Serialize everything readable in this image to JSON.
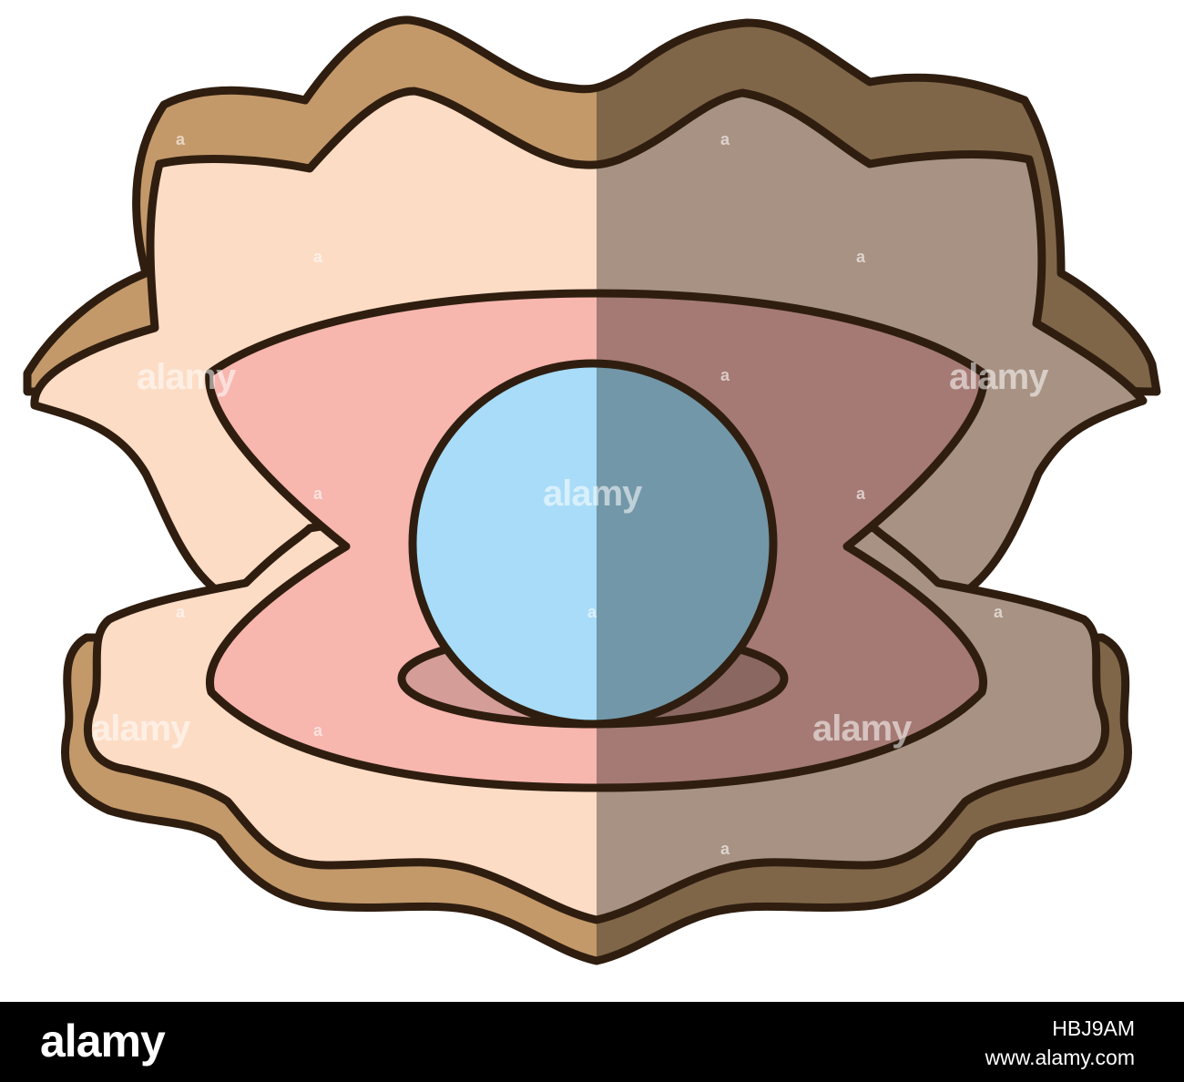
{
  "watermark": {
    "brand": "alamy",
    "mark": "a"
  },
  "footer": {
    "logo": "alamy",
    "image_id": "HBJ9AM",
    "url": "www.alamy.com"
  },
  "colors": {
    "shell_outer_light": "#c3996a",
    "shell_outer_dark": "#806648",
    "shell_inner_light": "#fddcc5",
    "shell_inner_dark": "#a89283",
    "flesh_light": "#f7b6ae",
    "flesh_dark": "#a57a74",
    "pearl_light": "#a8dcf8",
    "pearl_dark": "#7297a8",
    "outline": "#2f1e10",
    "footer_bg": "#000000"
  }
}
